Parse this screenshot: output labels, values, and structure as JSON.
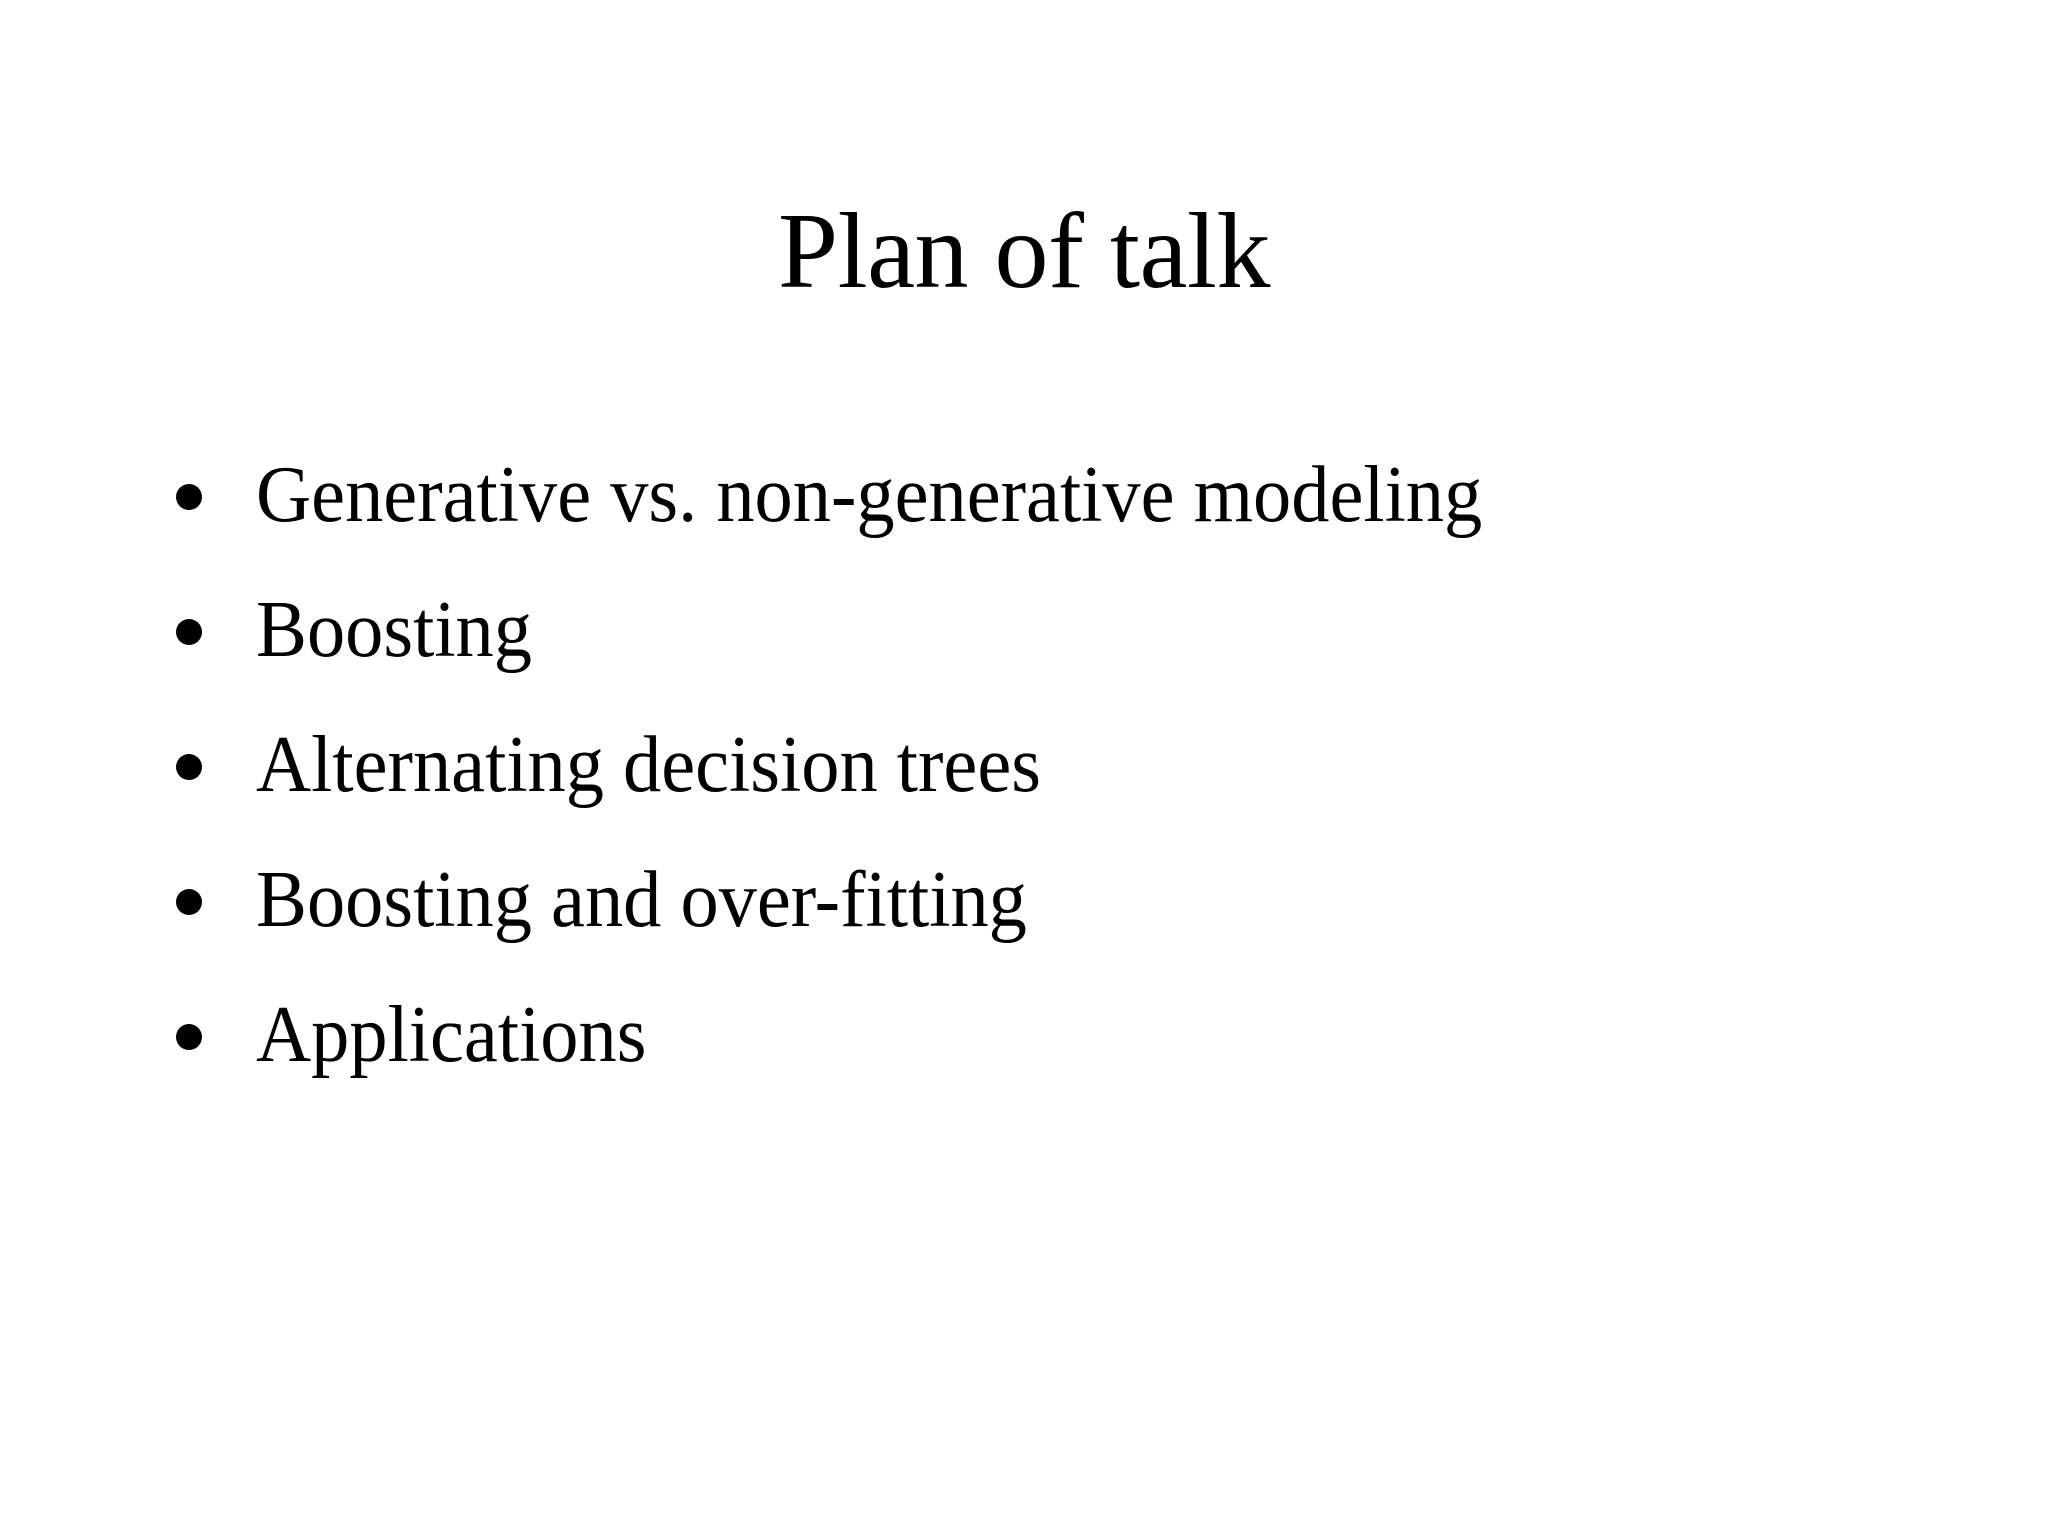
{
  "slide": {
    "title": "Plan of talk",
    "background_color": "#ffffff",
    "text_color": "#000000",
    "bullet_glyph": "bullet-dot",
    "bullets": [
      {
        "label": "Generative vs. non-generative modeling"
      },
      {
        "label": "Boosting"
      },
      {
        "label": "Alternating decision trees"
      },
      {
        "label": "Boosting and over-fitting"
      },
      {
        "label": "Applications"
      }
    ]
  }
}
